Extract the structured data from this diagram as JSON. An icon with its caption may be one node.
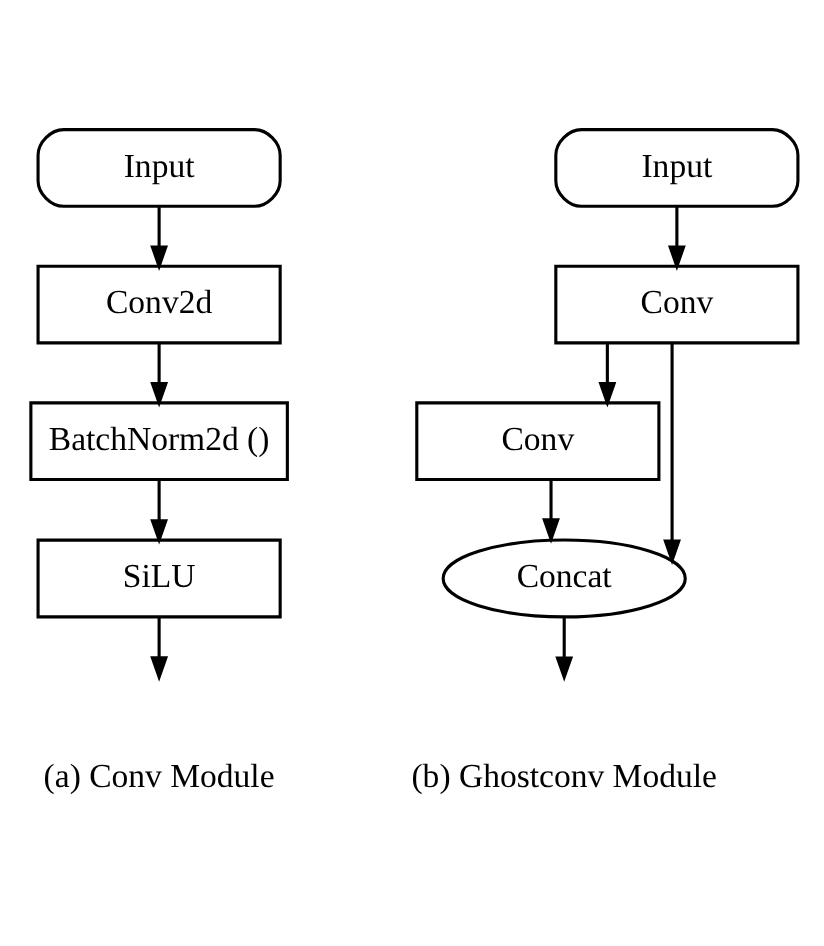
{
  "diagram": {
    "nodes": [
      {
        "text": [
          "Input"
        ]
      },
      {
        "text": [
          "Conv2d"
        ]
      },
      {
        "text": [
          "BatchNorm2d ()"
        ]
      },
      {
        "text": [
          "SiLU"
        ]
      },
      {
        "text": [
          "Input"
        ]
      },
      {
        "text": [
          "Conv"
        ]
      },
      {
        "text": [
          "Conv"
        ]
      },
      {
        "text": [
          "Concat"
        ]
      }
    ],
    "edges": [
      {
        "from": 0,
        "to": 1,
        "arrow": "to"
      },
      {
        "from": 1,
        "to": 2,
        "arrow": "to"
      },
      {
        "from": 2,
        "to": 3,
        "arrow": "to"
      },
      {
        "from": 3,
        "to": null,
        "arrow": "to"
      },
      {
        "from": 4,
        "to": 5,
        "arrow": "to"
      },
      {
        "from": 5,
        "to": 6,
        "arrow": "to"
      },
      {
        "from": 5,
        "to": 7,
        "arrow": "to"
      },
      {
        "from": 6,
        "to": 7,
        "arrow": "to"
      },
      {
        "from": 7,
        "to": null,
        "arrow": "to"
      }
    ],
    "labels": [
      "(a) Conv Module",
      "(b) Ghostconv Module"
    ]
  }
}
